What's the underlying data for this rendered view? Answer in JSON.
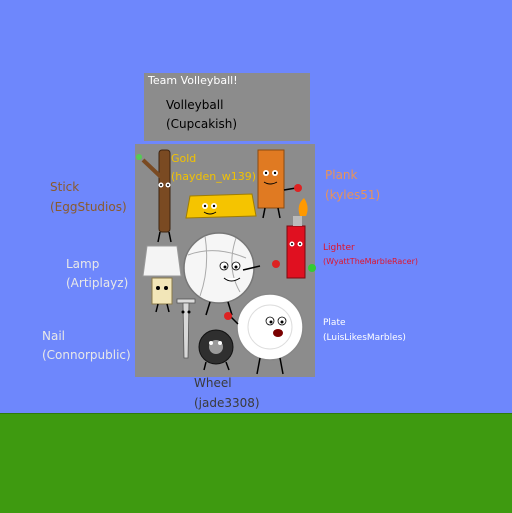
{
  "header": {
    "team": "Team Volleyball!"
  },
  "characters": {
    "volleyball": {
      "name": "Volleyball",
      "creator": "(Cupcakish)",
      "color": "#000000"
    },
    "gold": {
      "name": "Gold",
      "creator": "(hayden_w139)",
      "color": "#f2c200"
    },
    "plank": {
      "name": "Plank",
      "creator": "(kyles51)",
      "color": "#e8935a"
    },
    "stick": {
      "name": "Stick",
      "creator": "(EggStudios)",
      "color": "#8b5a2b"
    },
    "lighter": {
      "name": "Lighter",
      "creator": "(WyattTheMarbleRacer)",
      "color": "#e0142c"
    },
    "lamp": {
      "name": "Lamp",
      "creator": "(Artiplayz)",
      "color": "#e8e8e8"
    },
    "nail": {
      "name": "Nail",
      "creator": "(Connorpublic)",
      "color": "#e8e8e8"
    },
    "plate": {
      "name": "Plate",
      "creator": "(LuisLikesMarbles)",
      "color": "#ffffff"
    },
    "wheel": {
      "name": "Wheel",
      "creator": "(jade3308)",
      "color": "#3a3a3a"
    }
  },
  "colors": {
    "sky": "#6e87fc",
    "ground": "#3e9a10",
    "panel": "#8c8c8c"
  }
}
